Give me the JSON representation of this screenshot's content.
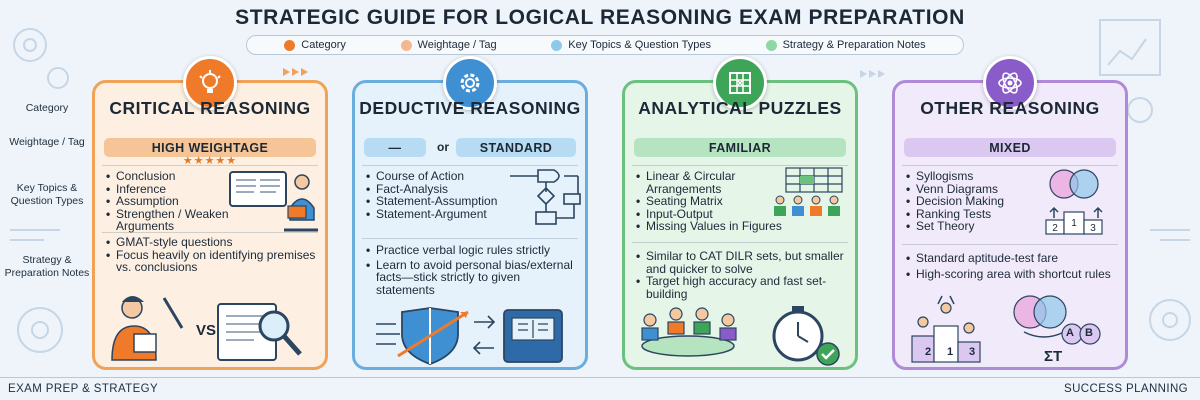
{
  "title": "STRATEGIC GUIDE FOR LOGICAL REASONING EXAM PREPARATION",
  "legend": [
    {
      "label": "Category",
      "color": "#ef7b2a"
    },
    {
      "label": "Weightage / Tag",
      "color": "#f4b890"
    },
    {
      "label": "Key Topics & Question Types",
      "color": "#8ec8ea"
    },
    {
      "label": "Strategy & Preparation Notes",
      "color": "#8ed8a4"
    }
  ],
  "row_labels": {
    "category": "Category",
    "weightage": "Weightage / Tag",
    "topics": "Key Topics & Question Types",
    "notes": "Strategy & Preparation Notes"
  },
  "cards": [
    {
      "title": "CRITICAL REASONING",
      "tag": "HIGH WEIGHTAGE",
      "stars": "★★★★★",
      "topics": [
        "Conclusion",
        "Inference",
        "Assumption",
        "Strengthen / Weaken Arguments"
      ],
      "notes": [
        "GMAT-style questions",
        "Focus heavily on identifying premises vs. conclusions"
      ],
      "illustration_text": "VS",
      "border": "#f0a257",
      "bg": "#fdf0e2",
      "badge": "#ef7b2a",
      "tag_bg": "#f6c597"
    },
    {
      "title": "DEDUCTIVE REASONING",
      "tag_a": "—",
      "tag_or": "or",
      "tag_b": "STANDARD",
      "topics": [
        "Course of Action",
        "Fact-Analysis",
        "Statement-Assumption",
        "Statement-Argument"
      ],
      "notes": [
        "Practice verbal logic rules strictly",
        "Learn to avoid personal bias/external facts—stick strictly to given statements"
      ],
      "border": "#6aaee0",
      "bg": "#e6f2fb",
      "badge": "#3f8fd3",
      "tag_bg": "#b7dbf3"
    },
    {
      "title": "ANALYTICAL PUZZLES",
      "tag": "FAMILIAR",
      "topics": [
        "Linear & Circular Arrangements",
        "Seating Matrix",
        "Input-Output",
        "Missing Values in Figures"
      ],
      "notes": [
        "Similar to CAT DILR sets, but smaller and quicker to solve",
        "Target high accuracy and fast set-building"
      ],
      "border": "#6cc17e",
      "bg": "#e5f5e8",
      "badge": "#3ea458",
      "tag_bg": "#b6e4c0"
    },
    {
      "title": "OTHER REASONING",
      "tag": "MIXED",
      "topics": [
        "Syllogisms",
        "Venn Diagrams",
        "Decision Making",
        "Ranking Tests",
        "Set Theory"
      ],
      "notes": [
        "Standard aptitude-test fare",
        "High-scoring area with shortcut rules"
      ],
      "illustration_text": "ΣT",
      "podium": [
        "2",
        "1",
        "3"
      ],
      "venn": [
        "A",
        "B"
      ],
      "border": "#b08ad8",
      "bg": "#f1eafa",
      "badge": "#8a5cc9",
      "tag_bg": "#dac8f1"
    }
  ],
  "footer": {
    "left": "EXAM PREP & STRATEGY",
    "right": "SUCCESS PLANNING"
  }
}
